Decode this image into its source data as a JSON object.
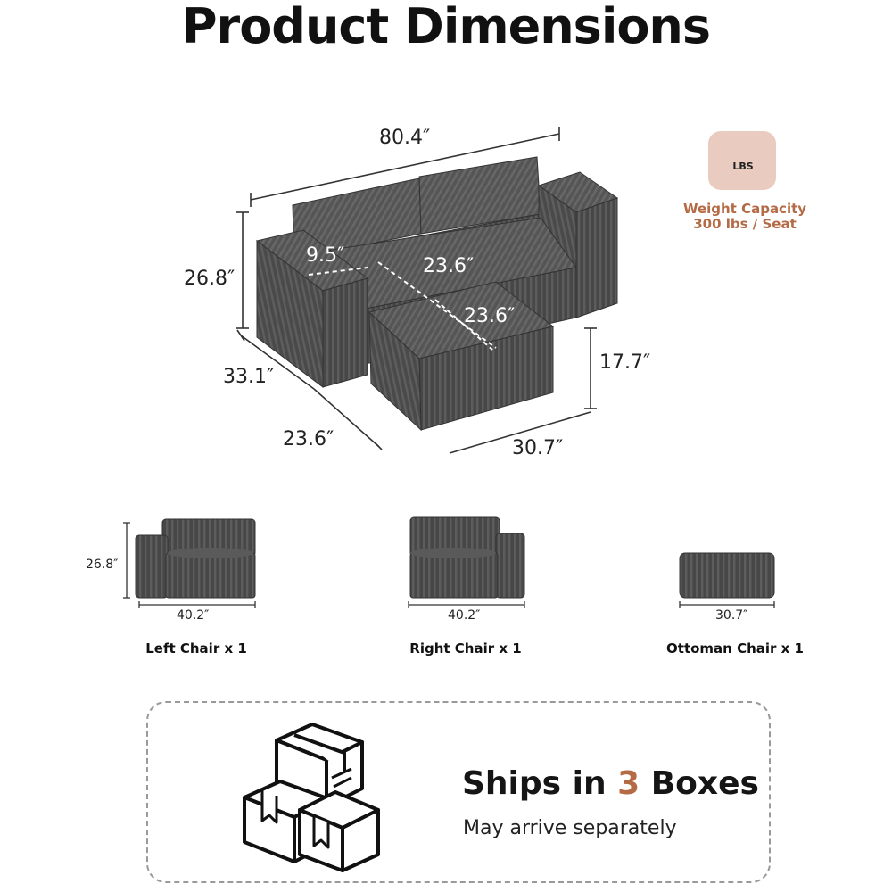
{
  "page": {
    "title": "Product Dimensions"
  },
  "main_dimensions": {
    "width": "80.4″",
    "height": "26.8″",
    "depth": "33.1″",
    "chaise_depth": "23.6″",
    "arm_width": "9.5″",
    "seat_depth": "23.6″",
    "ottoman_depth": "23.6″",
    "ottoman_height": "17.7″",
    "ottoman_width": "30.7″"
  },
  "weight_badge": {
    "icon": "weight-icon",
    "icon_text": "LBS",
    "line1": "Weight Capacity",
    "line2": "300 lbs / Seat",
    "badge_color": "#e9cbbf",
    "text_color": "#b46a45"
  },
  "pieces": [
    {
      "name": "Left Chair x 1",
      "height": "26.8″",
      "width": "40.2″"
    },
    {
      "name": "Right Chair x 1",
      "width": "40.2″"
    },
    {
      "name": "Ottoman Chair x 1",
      "width": "30.7″"
    }
  ],
  "shipping": {
    "icon": "boxes-icon",
    "prefix": "Ships in ",
    "count": "3",
    "suffix": " Boxes",
    "subtitle": "May arrive separately",
    "accent_color": "#b46a45"
  },
  "colors": {
    "fabric": "#4a4a4a",
    "fabric_dark": "#353535",
    "fabric_light": "#5c5c5c"
  }
}
